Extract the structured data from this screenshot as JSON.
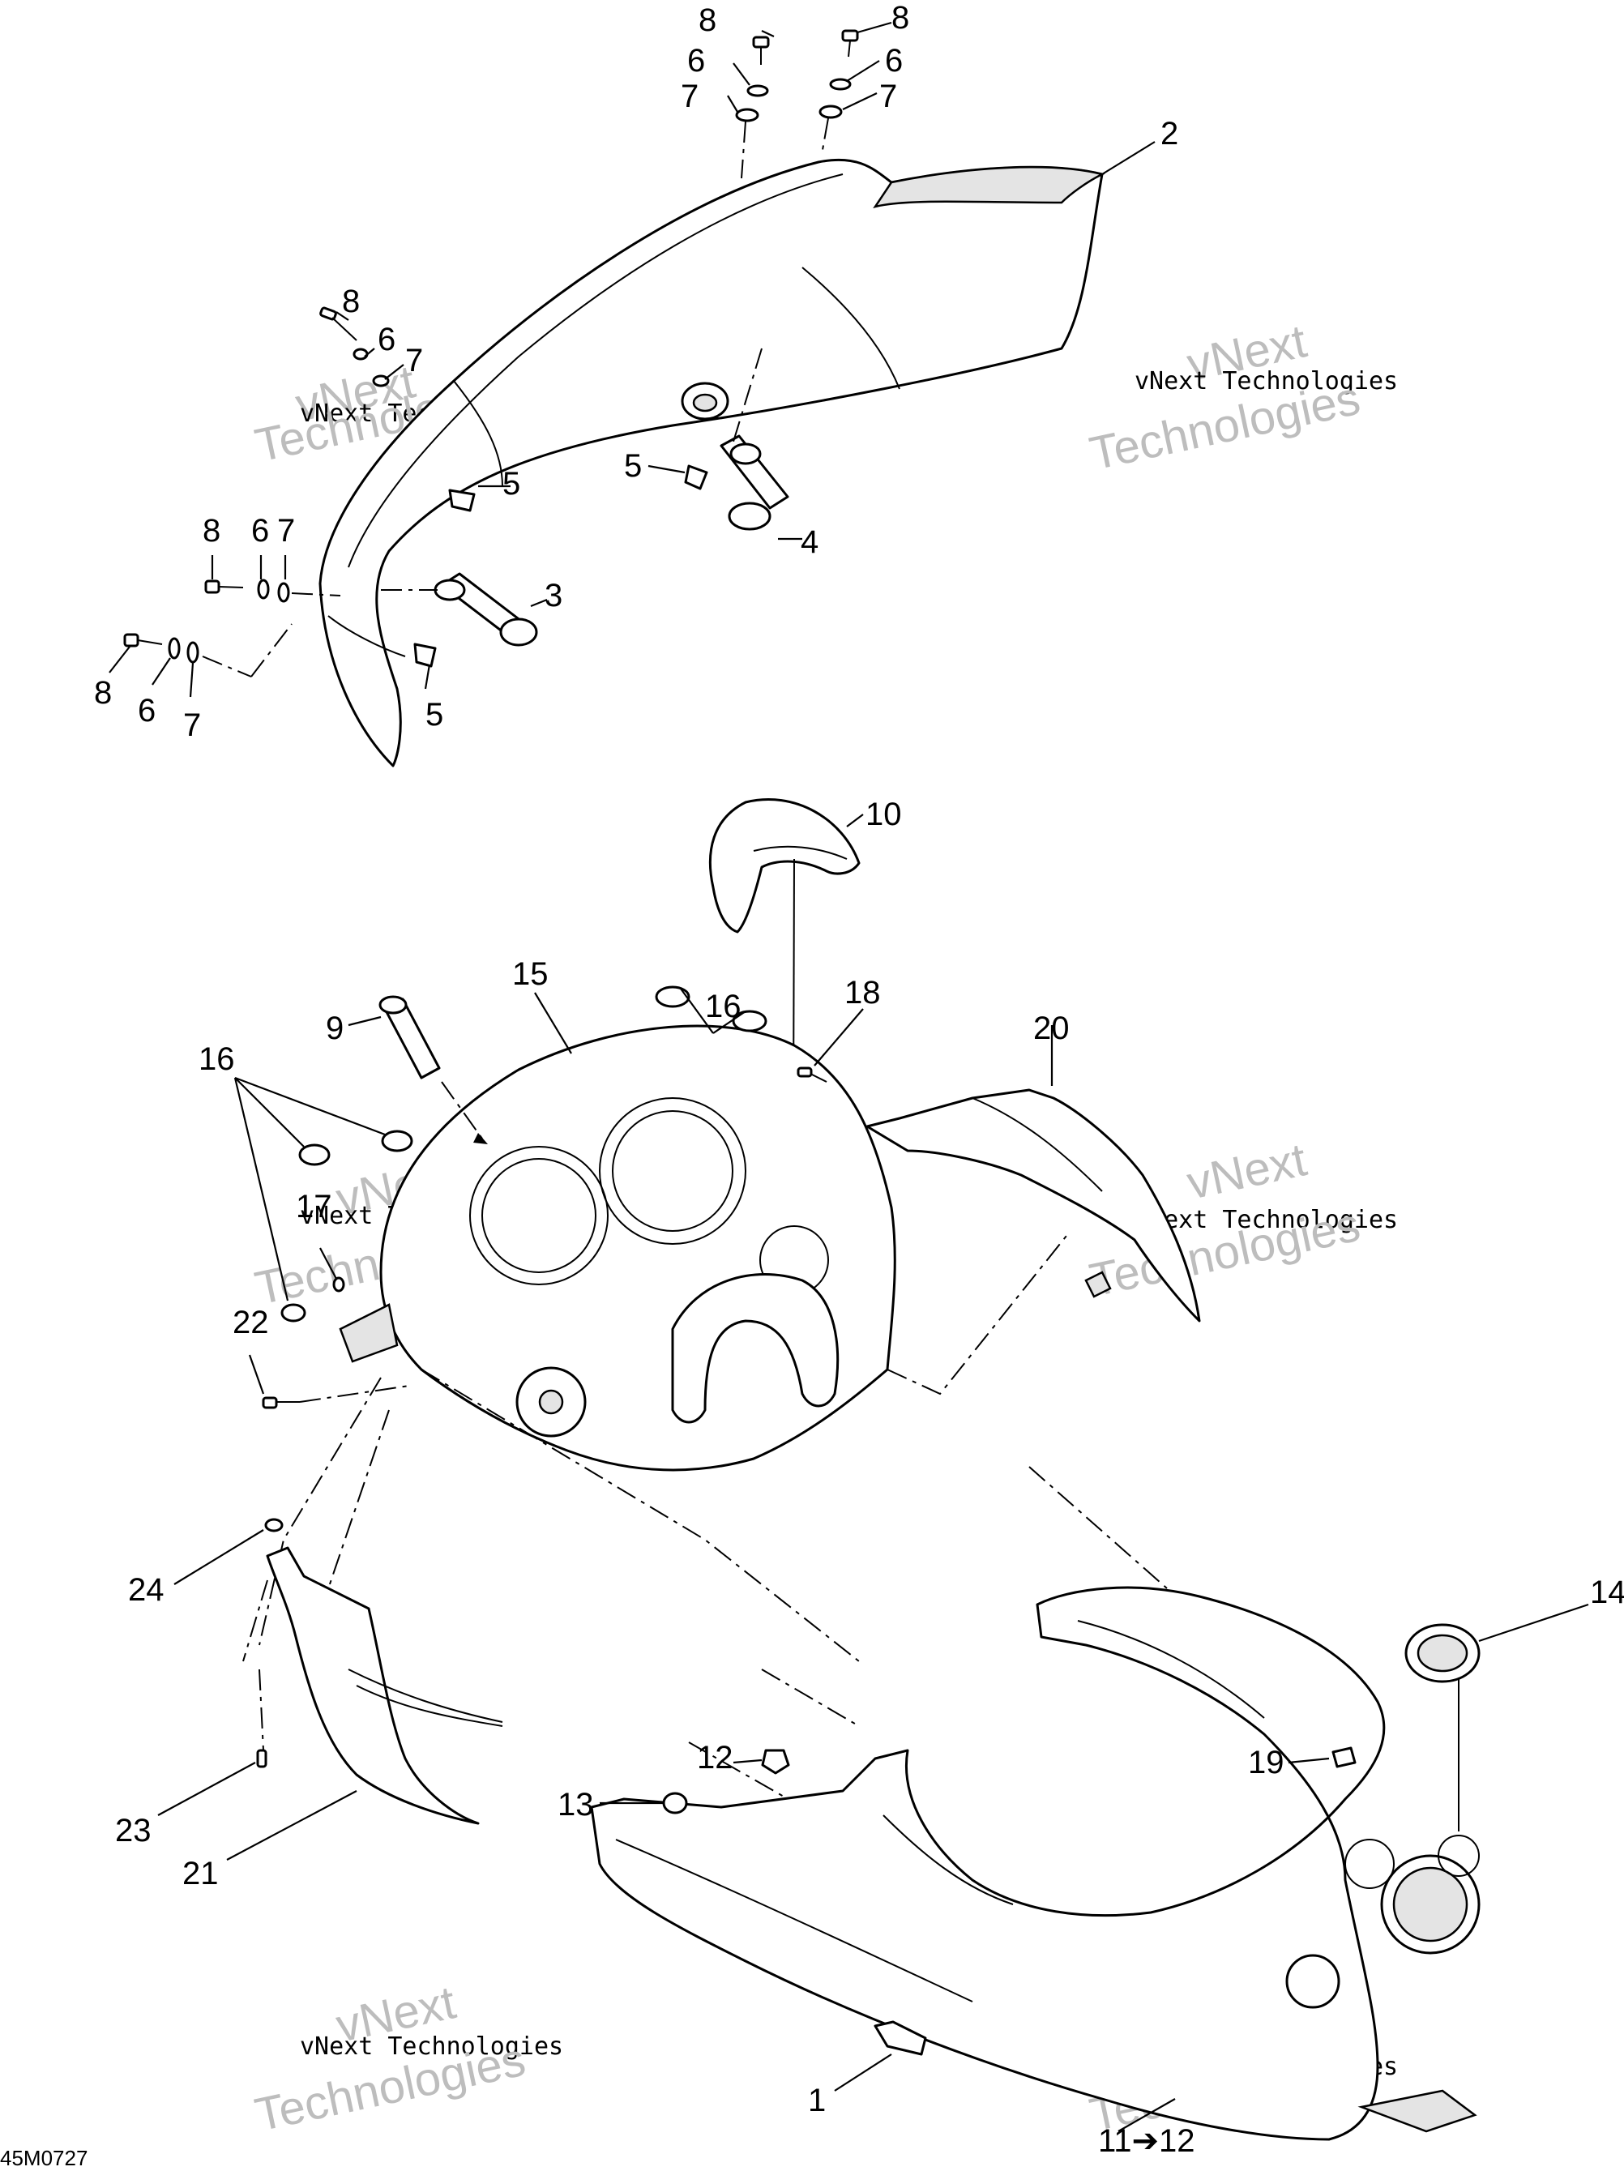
{
  "diagram": {
    "drawing_code": "45M0727",
    "watermark": {
      "line1": "vNext Technologies",
      "line2": "vNext",
      "line3": "Technologies"
    },
    "note": "11➔12",
    "callouts": [
      {
        "id": "c8a",
        "label": "8"
      },
      {
        "id": "c6a",
        "label": "6"
      },
      {
        "id": "c7a",
        "label": "7"
      },
      {
        "id": "c8b",
        "label": "8"
      },
      {
        "id": "c6b",
        "label": "6"
      },
      {
        "id": "c7b",
        "label": "7"
      },
      {
        "id": "c2",
        "label": "2"
      },
      {
        "id": "c8c",
        "label": "8"
      },
      {
        "id": "c6c",
        "label": "6"
      },
      {
        "id": "c7c",
        "label": "7"
      },
      {
        "id": "c5a",
        "label": "5"
      },
      {
        "id": "c5b",
        "label": "5"
      },
      {
        "id": "c4",
        "label": "4"
      },
      {
        "id": "c8d",
        "label": "8"
      },
      {
        "id": "c6d",
        "label": "6"
      },
      {
        "id": "c7d",
        "label": "7"
      },
      {
        "id": "c3",
        "label": "3"
      },
      {
        "id": "c8e",
        "label": "8"
      },
      {
        "id": "c6e",
        "label": "6"
      },
      {
        "id": "c7e",
        "label": "7"
      },
      {
        "id": "c5c",
        "label": "5"
      },
      {
        "id": "c10",
        "label": "10"
      },
      {
        "id": "c15",
        "label": "15"
      },
      {
        "id": "c9",
        "label": "9"
      },
      {
        "id": "c16a",
        "label": "16"
      },
      {
        "id": "c18",
        "label": "18"
      },
      {
        "id": "c20",
        "label": "20"
      },
      {
        "id": "c16b",
        "label": "16"
      },
      {
        "id": "c17",
        "label": "17"
      },
      {
        "id": "c22",
        "label": "22"
      },
      {
        "id": "c24",
        "label": "24"
      },
      {
        "id": "c14",
        "label": "14"
      },
      {
        "id": "c12",
        "label": "12"
      },
      {
        "id": "c19",
        "label": "19"
      },
      {
        "id": "c13",
        "label": "13"
      },
      {
        "id": "c23",
        "label": "23"
      },
      {
        "id": "c21",
        "label": "21"
      },
      {
        "id": "c1",
        "label": "1"
      }
    ]
  }
}
